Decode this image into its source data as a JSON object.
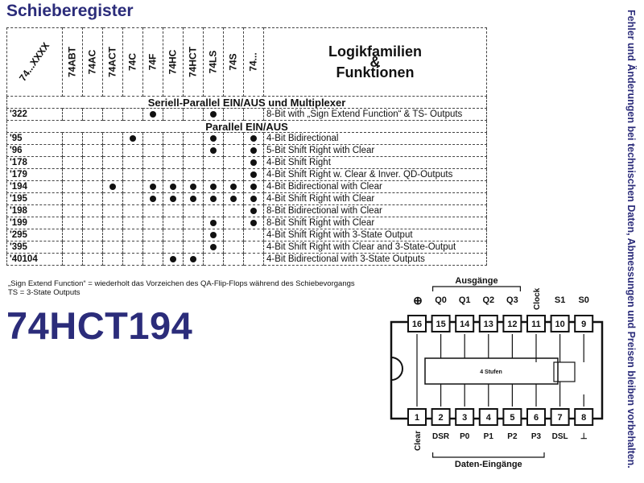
{
  "title": "Schieberegister",
  "side_note": "Fehler und Änderungen bei technischen Daten, Abmessungen und Preisen bleiben vorbehalten.",
  "table": {
    "corner_label": "74...XXXX",
    "families": [
      "74ABT",
      "74AC",
      "74ACT",
      "74C",
      "74F",
      "74HC",
      "74HCT",
      "74LS",
      "74S",
      "74..."
    ],
    "header_right": [
      "Logikfamilien",
      "&",
      "Funktionen"
    ],
    "sections": [
      {
        "title": "Seriell-Parallel EIN/AUS und Multiplexer",
        "rows": [
          {
            "code": "'322",
            "marks": [
              0,
              0,
              0,
              0,
              1,
              0,
              0,
              1,
              0,
              0
            ],
            "function": "8-Bit with „Sign Extend Function“ & TS- Outputs"
          }
        ]
      },
      {
        "title": "Parallel EIN/AUS",
        "rows": [
          {
            "code": "'95",
            "marks": [
              0,
              0,
              0,
              1,
              0,
              0,
              0,
              1,
              0,
              1
            ],
            "function": "4-Bit Bidirectional"
          },
          {
            "code": "'96",
            "marks": [
              0,
              0,
              0,
              0,
              0,
              0,
              0,
              1,
              0,
              1
            ],
            "function": "5-Bit Shift Right with Clear"
          },
          {
            "code": "'178",
            "marks": [
              0,
              0,
              0,
              0,
              0,
              0,
              0,
              0,
              0,
              1
            ],
            "function": "4-Bit Shift Right"
          },
          {
            "code": "'179",
            "marks": [
              0,
              0,
              0,
              0,
              0,
              0,
              0,
              0,
              0,
              1
            ],
            "function": "4-Bit Shift Right w. Clear & Inver. QD-Outputs"
          },
          {
            "code": "'194",
            "marks": [
              0,
              0,
              1,
              0,
              1,
              1,
              1,
              1,
              1,
              1
            ],
            "function": "4-Bit Bidirectional with Clear"
          },
          {
            "code": "'195",
            "marks": [
              0,
              0,
              0,
              0,
              1,
              1,
              1,
              1,
              1,
              1
            ],
            "function": "4-Bit Shift Right with Clear"
          },
          {
            "code": "'198",
            "marks": [
              0,
              0,
              0,
              0,
              0,
              0,
              0,
              0,
              0,
              1
            ],
            "function": "8-Bit Bidirectional with Clear"
          },
          {
            "code": "'199",
            "marks": [
              0,
              0,
              0,
              0,
              0,
              0,
              0,
              1,
              0,
              1
            ],
            "function": "8-Bit Shift Right with Clear"
          },
          {
            "code": "'295",
            "marks": [
              0,
              0,
              0,
              0,
              0,
              0,
              0,
              1,
              0,
              0
            ],
            "function": "4-Bit Shift Right with 3-State Output"
          },
          {
            "code": "'395",
            "marks": [
              0,
              0,
              0,
              0,
              0,
              0,
              0,
              1,
              0,
              0
            ],
            "function": "4-Bit Shift Right with Clear and 3-State-Output"
          },
          {
            "code": "'40104",
            "marks": [
              0,
              0,
              0,
              0,
              0,
              1,
              1,
              0,
              0,
              0
            ],
            "function": "4-Bit Bidirectional with 3-State Outputs"
          }
        ]
      }
    ]
  },
  "footnotes": [
    "„Sign Extend Function“ = wiederholt das Vorzeichen des QA-Flip-Flops während des Schiebevorgangs",
    "TS = 3-State Outputs"
  ],
  "part_number": "74HCT194",
  "pinout": {
    "top_group_label": "Ausgänge",
    "bottom_group_label": "Daten-Eingänge",
    "block_label": "4 Stufen",
    "vcc_symbol": "⊕",
    "top_pins": [
      {
        "num": "16",
        "label": "⊕"
      },
      {
        "num": "15",
        "label": "Q0"
      },
      {
        "num": "14",
        "label": "Q1"
      },
      {
        "num": "13",
        "label": "Q2"
      },
      {
        "num": "12",
        "label": "Q3"
      },
      {
        "num": "11",
        "label": "Clock"
      },
      {
        "num": "10",
        "label": "S1"
      },
      {
        "num": "9",
        "label": "S0"
      }
    ],
    "bottom_pins": [
      {
        "num": "1",
        "label": "Clear"
      },
      {
        "num": "2",
        "label": "DSR"
      },
      {
        "num": "3",
        "label": "P0"
      },
      {
        "num": "4",
        "label": "P1"
      },
      {
        "num": "5",
        "label": "P2"
      },
      {
        "num": "6",
        "label": "P3"
      },
      {
        "num": "7",
        "label": "DSL"
      },
      {
        "num": "8",
        "label": "⊥"
      }
    ]
  }
}
